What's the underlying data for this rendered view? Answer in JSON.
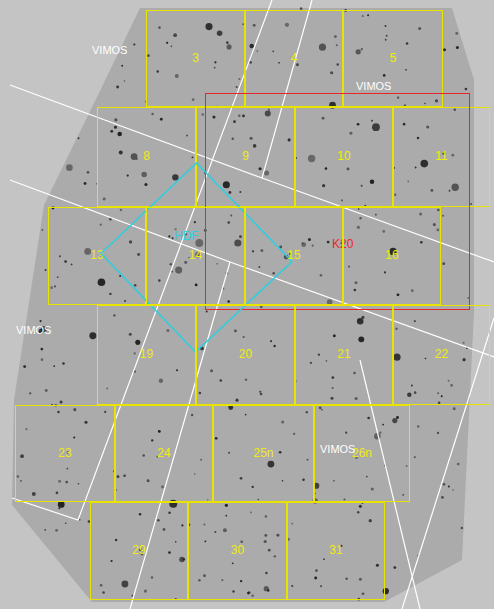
{
  "diagram": {
    "nodes": [
      {
        "text": [
          "3"
        ]
      },
      {
        "text": [
          "4"
        ]
      },
      {
        "text": [
          "5"
        ]
      },
      {
        "text": [
          "8"
        ]
      },
      {
        "text": [
          "9"
        ]
      },
      {
        "text": [
          "10"
        ]
      },
      {
        "text": [
          "11"
        ]
      },
      {
        "text": [
          "K20"
        ]
      },
      {
        "text": [
          "13"
        ]
      },
      {
        "text": [
          "HDF"
        ]
      },
      {
        "text": [
          "14"
        ]
      },
      {
        "text": [
          "15"
        ]
      },
      {
        "text": [
          "16"
        ]
      },
      {
        "text": [
          "19"
        ]
      },
      {
        "text": [
          "20"
        ]
      },
      {
        "text": [
          "21"
        ]
      },
      {
        "text": [
          "22"
        ]
      },
      {
        "text": [
          "23"
        ]
      },
      {
        "text": [
          "24"
        ]
      },
      {
        "text": [
          "25n"
        ]
      },
      {
        "text": [
          "26n"
        ]
      },
      {
        "text": [
          "29"
        ]
      },
      {
        "text": [
          "30"
        ]
      },
      {
        "text": [
          "31"
        ]
      }
    ],
    "labels": [
      "VIMOS",
      "VIMOS",
      "VIMOS",
      "VIMOS"
    ]
  }
}
